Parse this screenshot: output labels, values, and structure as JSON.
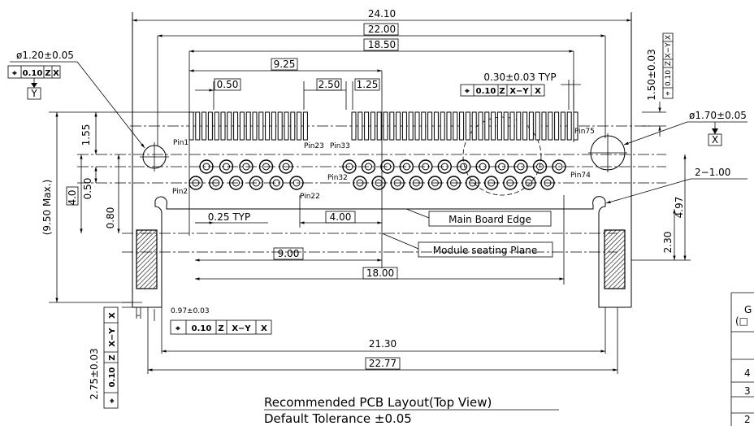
{
  "dimensions": {
    "top_overall": "24.10",
    "top_22": "22.00",
    "top_18_50": "18.50",
    "top_9_25": "9.25",
    "pitch_0_50": "0.50",
    "pitch_2_50": "2.50",
    "pitch_1_25": "1.25",
    "pad_width": "0.30±0.03 TYP",
    "right_1_50": "1.50±0.03",
    "hole_small": "ø1.20±0.05",
    "hole_large": "ø1.70±0.05",
    "slot": "2−1.00",
    "left_1_55": "1.55",
    "left_4_0": "4.0",
    "left_0_50": "0.50",
    "left_0_80": "0.80",
    "left_9_50": "(9.50 Max.)",
    "right_4_97": "4.97",
    "right_2_30": "2.30",
    "pitch_0_25": "0.25 TYP",
    "dim_4_00": "4.00",
    "dim_9_00": "9.00",
    "dim_18_00": "18.00",
    "dim_0_97": "0.97±0.03",
    "dim_21_30": "21.30",
    "dim_22_77": "22.77",
    "dim_2_75": "2.75±0.03"
  },
  "tolerance_frames": {
    "top_left": {
      "symbol": "⌖",
      "value": "0.10",
      "datum1": "Z",
      "datum2": "X"
    },
    "top_right": {
      "symbol": "⌖",
      "value": "0.10",
      "datum1": "Z",
      "datum2": "X−Y",
      "datum3": "X"
    },
    "right_vertical": {
      "symbol": "⌖",
      "value": "0.10",
      "datum1": "Z",
      "datum2": "X−Y",
      "datum3": "X"
    },
    "bottom_mid": {
      "symbol": "⌖",
      "value": "0.10",
      "datum1": "Z",
      "datum2": "X−Y",
      "datum3": "X"
    },
    "left_vertical": {
      "symbol": "⌖",
      "value": "0.10",
      "datum1": "Z",
      "datum2": "X−Y",
      "datum3": "X"
    }
  },
  "datums": {
    "y": "Y",
    "x": "X"
  },
  "pins": {
    "pin1": "Pin1",
    "pin2": "Pin2",
    "pin22": "Pin22",
    "pin23": "Pin23",
    "pin32": "Pin32",
    "pin33": "Pin33",
    "pin74": "Pin74",
    "pin75": "Pin75"
  },
  "callouts": {
    "main_board_edge": "Main Board Edge",
    "module_seating_plane": "Module seating Plane"
  },
  "caption": {
    "title": "Recommended PCB Layout(Top View)",
    "tolerance": "Default Tolerance ±0.05"
  },
  "side_table": {
    "row1": "G",
    "row1b": "(□",
    "row2": "4",
    "row3": "3",
    "row4": "2"
  }
}
